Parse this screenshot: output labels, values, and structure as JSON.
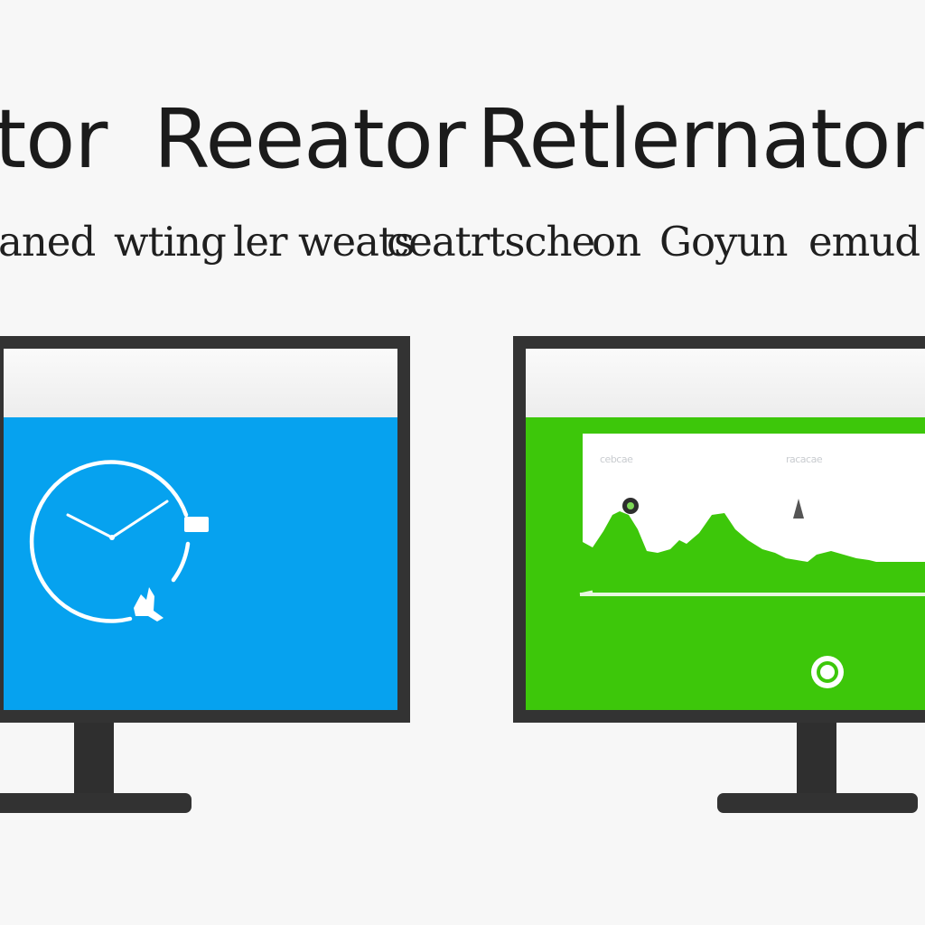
{
  "headline": {
    "left": "tor",
    "middle": "Reeator",
    "right": "Retlernator"
  },
  "subline": {
    "w1": "aned",
    "w2": "wting",
    "w3": "ler",
    "w4": "weats",
    "w5": "ceatrtsche",
    "w6": "on",
    "w7": "Goyun",
    "w8": "emud"
  },
  "right_screen": {
    "label_a": "cebcae",
    "label_b": "racacae"
  },
  "colors": {
    "left_panel": "#06a2ef",
    "right_panel": "#3dc70a",
    "monitor_bezel": "#333333"
  },
  "icons": {
    "left_monitor": "clock-icon",
    "right_monitor": "record-button-icon"
  }
}
